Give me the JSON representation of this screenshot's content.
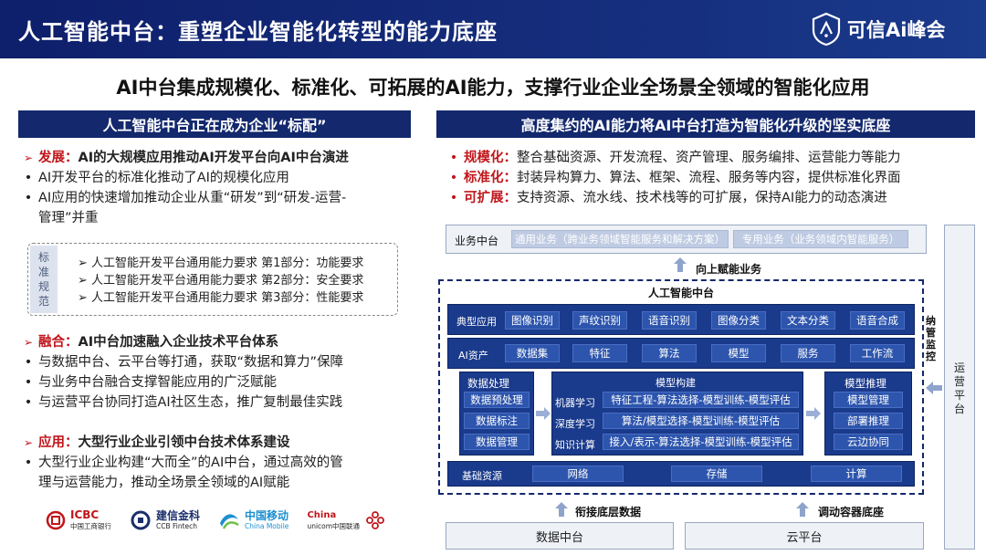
{
  "header": {
    "title": "人工智能中台：重塑企业智能化转型的能力底座",
    "brand": "可信Ai峰会"
  },
  "headline": "AI中台集成规模化、标准化、可拓展的AI能力，支撑行业企业全场景全领域的智能化应用",
  "left": {
    "bar": "人工智能中台正在成为企业“标配”",
    "s1": {
      "key": "发展：",
      "title": "AI的大规模应用推动AI开发平台向AI中台演进",
      "items": [
        "AI开发平台的标准化推动了AI的规模化应用",
        "AI应用的快速增加推动企业从重“研发”到“研发-运营-",
        "管理”并重"
      ]
    },
    "standard": {
      "label": [
        "标",
        "准",
        "规",
        "范"
      ],
      "items": [
        "人工智能开发平台通用能力要求 第1部分：功能要求",
        "人工智能开发平台通用能力要求 第2部分：安全要求",
        "人工智能开发平台通用能力要求 第3部分：性能要求"
      ]
    },
    "s2": {
      "key": "融合：",
      "title": "AI中台加速融入企业技术平台体系",
      "items": [
        "与数据中台、云平台等打通，获取“数据和算力”保障",
        "与业务中台融合支撑智能应用的广泛赋能",
        "与运营平台协同打造AI社区生态，推广复制最佳实践"
      ]
    },
    "s3": {
      "key": "应用：",
      "title": "大型行业企业引领中台技术体系建设",
      "items": [
        "大型行业企业构建“大而全”的AI中台，通过高效的管",
        "理与运营能力，推动全场景全领域的AI赋能"
      ]
    },
    "logos": [
      {
        "name": "ICBC",
        "sub": "中国工商银行",
        "color": "#c0161b"
      },
      {
        "name": "建信金科",
        "sub": "CCB Fintech",
        "color": "#1a2f6b"
      },
      {
        "name": "中国移动",
        "sub": "China Mobile",
        "color": "#1b8fd1"
      },
      {
        "name": "China",
        "sub": "unicom中国联通",
        "color": "#c0161b"
      }
    ]
  },
  "right": {
    "bar": "高度集约的AI能力将AI中台打造为智能化升级的坚实底座",
    "points": [
      {
        "key": "规模化：",
        "text": "整合基础资源、开发流程、资产管理、服务编排、运营能力等能力"
      },
      {
        "key": "标准化：",
        "text": "封装异构算力、算法、框架、流程、服务等内容，提供标准化界面"
      },
      {
        "key": "可扩展：",
        "text": "支持资源、流水线、技术栈等的可扩展，保持AI能力的动态演进"
      }
    ],
    "diagram": {
      "business": {
        "label": "业务中台",
        "chips": [
          "通用业务（跨业务领域智能服务和解决方案）",
          "专用业务（业务领域内智能服务）"
        ]
      },
      "up_label": "向上赋能业务",
      "ai_center": "人工智能中台",
      "apps": {
        "label": "典型应用",
        "chips": [
          "图像识别",
          "声纹识别",
          "语音识别",
          "图像分类",
          "文本分类",
          "语音合成"
        ]
      },
      "assets": {
        "label": "AI资产",
        "chips": [
          "数据集",
          "特征",
          "算法",
          "模型",
          "服务",
          "工作流"
        ]
      },
      "data_proc": {
        "title": "数据处理",
        "chips": [
          "数据预处理",
          "数据标注",
          "数据管理"
        ]
      },
      "model_build": {
        "title": "模型构建",
        "rows": [
          {
            "label": "机器学习",
            "chip": "特征工程-算法选择-模型训练-模型评估"
          },
          {
            "label": "深度学习",
            "chip": "算法/模型选择-模型训练-模型评估"
          },
          {
            "label": "知识计算",
            "chip": "接入/表示-算法选择-模型训练-模型评估"
          }
        ]
      },
      "model_infer": {
        "title": "模型推理",
        "chips": [
          "模型管理",
          "部署推理",
          "云边协同"
        ]
      },
      "infra": {
        "label": "基础资源",
        "chips": [
          "网络",
          "存储",
          "计算"
        ]
      },
      "ops_monitor": "纳管监控",
      "ops_platform": "运营平台",
      "left_arrow_label": "衔接底层数据",
      "right_arrow_label": "调动容器底座",
      "data_center": "数据中台",
      "cloud": "云平台"
    }
  }
}
